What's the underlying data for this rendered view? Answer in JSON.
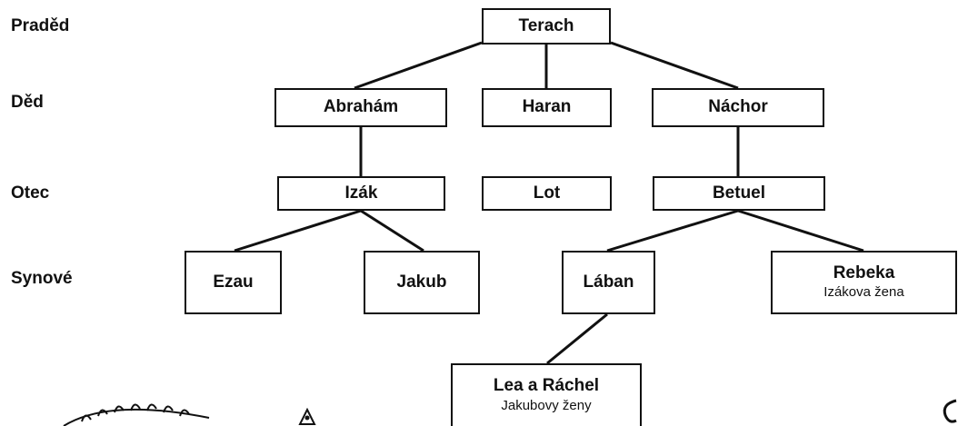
{
  "generation_labels": [
    "Praděd",
    "Děd",
    "Otec",
    "Synové"
  ],
  "people": {
    "terach": {
      "name": "Terach"
    },
    "abraham": {
      "name": "Abrahám"
    },
    "haran": {
      "name": "Haran"
    },
    "nachor": {
      "name": "Náchor"
    },
    "izak": {
      "name": "Izák"
    },
    "lot": {
      "name": "Lot"
    },
    "betuel": {
      "name": "Betuel"
    },
    "ezau": {
      "name": "Ezau"
    },
    "jakub": {
      "name": "Jakub"
    },
    "laban": {
      "name": "Lában"
    },
    "rebeka": {
      "name": "Rebeka",
      "note": "Izákova žena"
    },
    "lea_rachel": {
      "name": "Lea a Ráchel",
      "note": "Jakubovy ženy"
    }
  },
  "line_color": "#111111"
}
